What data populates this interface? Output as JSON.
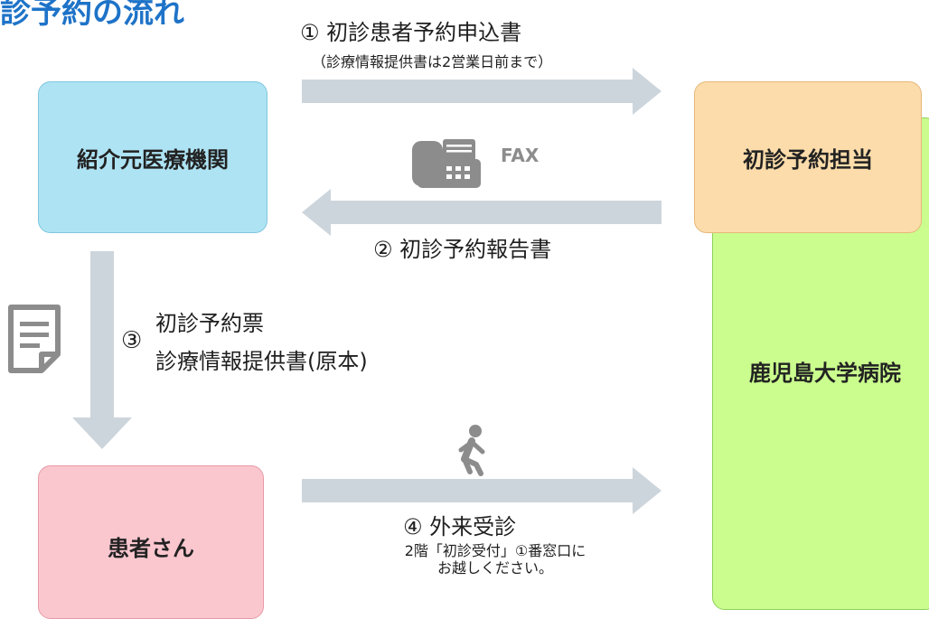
{
  "header": {
    "title": "診予約の流れ"
  },
  "nodes": {
    "referrer": "紹介元医療機関",
    "booking_desk": "初診予約担当",
    "hospital": "鹿児島大学病院",
    "patient": "患者さん"
  },
  "flows": {
    "step1": {
      "label": "① 初診患者予約申込書",
      "note": "（診療情報提供書は2営業日前まで）"
    },
    "fax": {
      "label": "FAX",
      "icon": "fax-icon"
    },
    "step2": {
      "label": "② 初診予約報告書"
    },
    "step3": {
      "number": "③",
      "lines": [
        "初診予約票",
        "診療情報提供書(原本)"
      ],
      "icon": "document-icon"
    },
    "step4": {
      "label": "④ 外来受診",
      "note_lines": [
        "2階「初診受付」①番窓口に",
        "お越しください。"
      ],
      "icon": "walking-person-icon"
    }
  },
  "colors": {
    "title": "#1e73c8",
    "referrer": "#aee3f4",
    "booking_desk": "#fcdcaa",
    "hospital": "#cafd8e",
    "patient": "#fbc7cf",
    "arrow": "#cdd5dc",
    "icon": "#8c8c8c"
  }
}
